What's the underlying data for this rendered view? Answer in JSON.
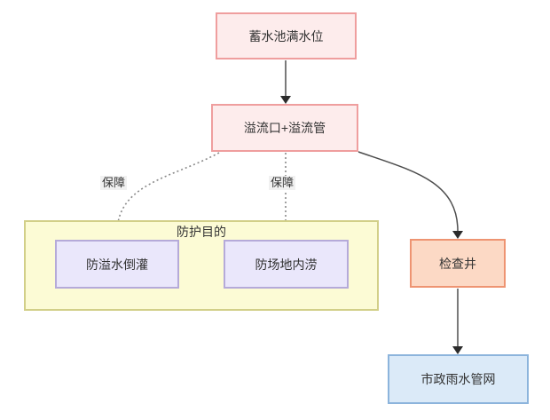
{
  "diagram": {
    "nodes": {
      "reservoir": {
        "label": "蓄水池满水位",
        "fill": "#fdecec",
        "border": "#ef9e9e"
      },
      "overflow": {
        "label": "溢流口+溢流管",
        "fill": "#fdecec",
        "border": "#ef9e9e"
      },
      "protection_group": {
        "label": "防护目的",
        "fill": "#fcfbd5",
        "border": "#d2cf88"
      },
      "anti_backflow": {
        "label": "防溢水倒灌",
        "fill": "#eae7fb",
        "border": "#b5aad9"
      },
      "anti_waterlogging": {
        "label": "防场地内涝",
        "fill": "#eae7fb",
        "border": "#b5aad9"
      },
      "inspection_well": {
        "label": "检查井",
        "fill": "#fcd9c5",
        "border": "#ee9472"
      },
      "municipal_network": {
        "label": "市政雨水管网",
        "fill": "#dbeaf8",
        "border": "#8cb4dc"
      }
    },
    "edge_labels": {
      "left_guarantee": "保障",
      "right_guarantee": "保障"
    },
    "connector_colors": {
      "solid_line": "#4d4d4d",
      "dotted_line": "#8a8a8a",
      "arrowhead": "#2b2b2b"
    }
  }
}
